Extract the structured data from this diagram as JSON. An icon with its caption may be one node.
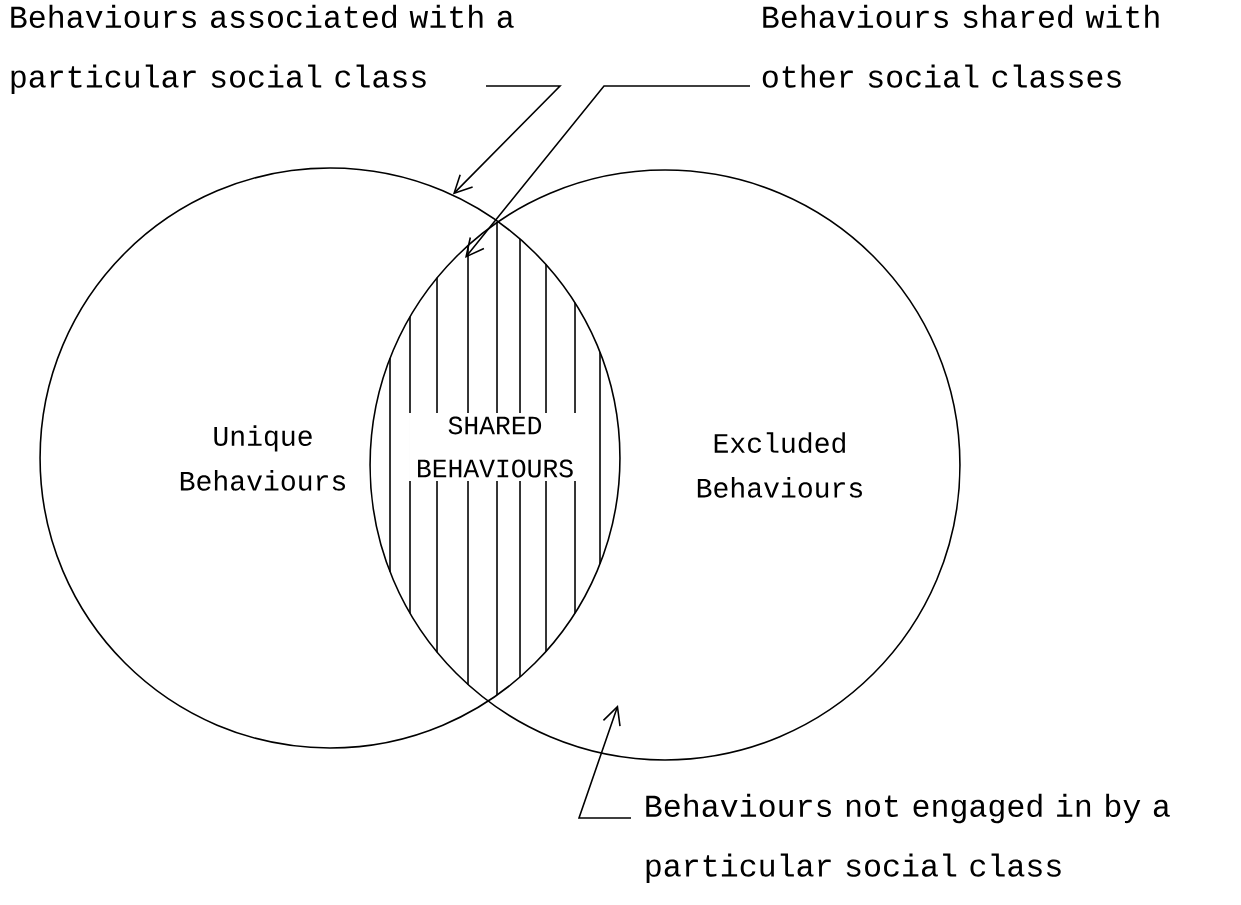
{
  "diagram": {
    "nodes": [
      {
        "text": [
          "Behaviours associated with a particular social class"
        ]
      },
      {
        "text": [
          "Behaviours shared with other social classes"
        ]
      },
      {
        "text": [
          "Unique Behaviours"
        ]
      },
      {
        "text": [
          "Excluded Behaviours"
        ]
      },
      {
        "text": [
          "SHARED BEHAVIOURS"
        ]
      },
      {
        "text": [
          "Behaviours not engaged in by a particular social class"
        ]
      }
    ],
    "edges": [
      {
        "from": 0,
        "to": 2,
        "arrow": "to"
      },
      {
        "from": 1,
        "to": 4,
        "arrow": "to"
      },
      {
        "from": 5,
        "to": 3,
        "arrow": "to"
      }
    ]
  }
}
